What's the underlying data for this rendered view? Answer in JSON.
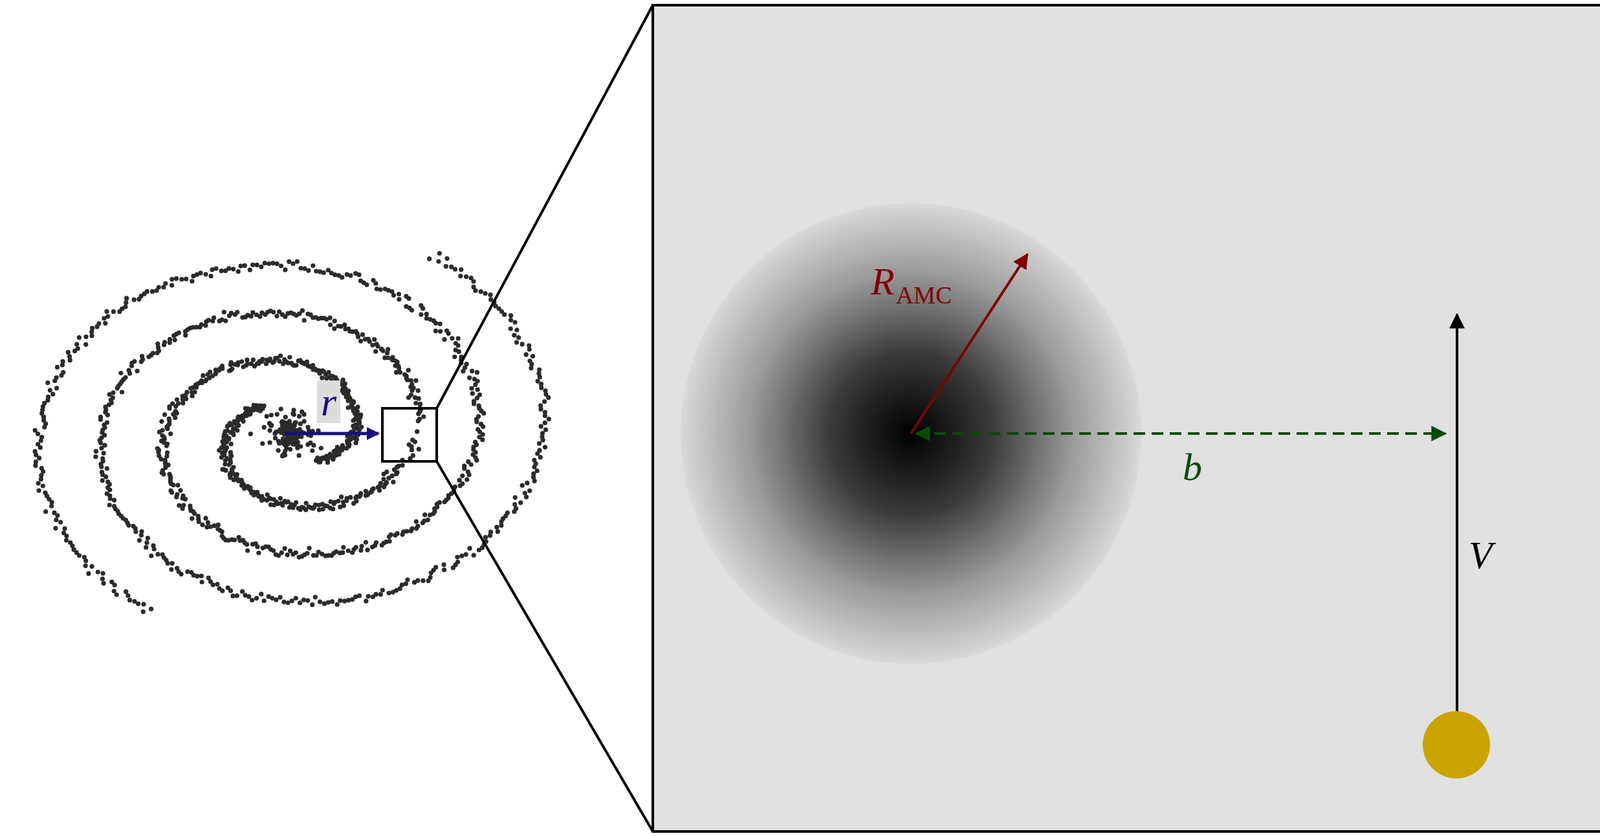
{
  "diagram": {
    "labels": [
      "r",
      "R",
      "AMC",
      "b",
      "V"
    ]
  }
}
